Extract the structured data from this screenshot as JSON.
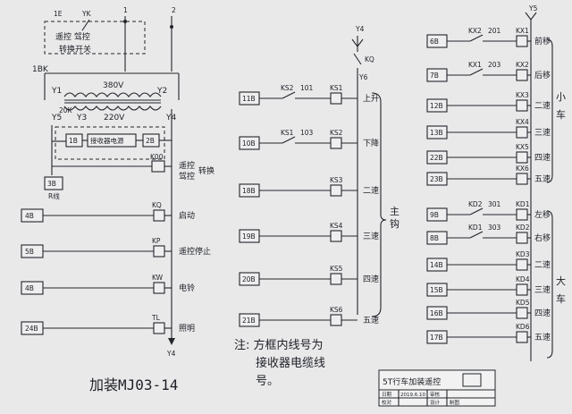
{
  "caption": "加装MJ03-14",
  "note": [
    "注: 方框内线号为",
    "接收器电缆线",
    "号。"
  ],
  "left": {
    "top_nodes": [
      "1E",
      "YK",
      "1",
      "2"
    ],
    "switch_label": [
      "遥控 驾控",
      "转换开关"
    ],
    "bus_tag": "1BK",
    "transformer": {
      "y1": "Y1",
      "y2": "Y2",
      "primary": "380V",
      "secondary": "220V",
      "tap": "20K",
      "y5": "Y5",
      "y3": "Y3",
      "y4": "Y4"
    },
    "receiver": {
      "in": "1B",
      "name": "接收器电源",
      "out": "2B"
    },
    "k00": "K00",
    "k00_label": [
      "遥控",
      "驾控"
    ],
    "k00_suffix": "转换",
    "box3b": "3B",
    "box3b_sub": "R线",
    "rows": [
      {
        "box": "4B",
        "coil": "KQ",
        "label": "启动"
      },
      {
        "box": "5B",
        "coil": "KP",
        "label": "遥控停止"
      },
      {
        "box": "4B",
        "coil": "KW",
        "label": "电铃"
      },
      {
        "box": "24B",
        "coil": "TL",
        "label": "照明"
      }
    ],
    "end_node": "Y4"
  },
  "middle": {
    "top_node": "Y4",
    "kq": "KQ",
    "y6": "Y6",
    "rows": [
      {
        "box": "11B",
        "contact": "KS2",
        "wire": "101",
        "coil": "KS1",
        "label": "上升"
      },
      {
        "box": "10B",
        "contact": "KS1",
        "wire": "103",
        "coil": "KS2",
        "label": "下降"
      },
      {
        "box": "18B",
        "contact": "",
        "wire": "",
        "coil": "KS3",
        "label": "二速"
      },
      {
        "box": "19B",
        "contact": "",
        "wire": "",
        "coil": "KS4",
        "label": "三速"
      },
      {
        "box": "20B",
        "contact": "",
        "wire": "",
        "coil": "KS5",
        "label": "四速"
      },
      {
        "box": "21B",
        "contact": "",
        "wire": "",
        "coil": "KS6",
        "label": "五速"
      }
    ],
    "group_label": [
      "主",
      "钩"
    ]
  },
  "right": {
    "top_node": "Y5",
    "top_rows": [
      {
        "box": "6B",
        "contact": "KX2",
        "wire": "201",
        "coil": "KX1",
        "label": "前移"
      },
      {
        "box": "7B",
        "contact": "KX1",
        "wire": "203",
        "coil": "KX2",
        "label": "后移"
      },
      {
        "box": "12B",
        "contact": "",
        "wire": "",
        "coil": "KX3",
        "label": "二速"
      },
      {
        "box": "13B",
        "contact": "",
        "wire": "",
        "coil": "KX4",
        "label": "三速"
      },
      {
        "box": "22B",
        "contact": "",
        "wire": "",
        "coil": "KX5",
        "label": "四速"
      },
      {
        "box": "23B",
        "contact": "",
        "wire": "",
        "coil": "KX6",
        "label": "五速"
      }
    ],
    "top_group": [
      "小",
      "车"
    ],
    "bottom_rows": [
      {
        "box": "9B",
        "contact": "KD2",
        "wire": "301",
        "coil": "KD1",
        "label": "左移"
      },
      {
        "box": "8B",
        "contact": "KD1",
        "wire": "303",
        "coil": "KD2",
        "label": "右移"
      },
      {
        "box": "14B",
        "contact": "",
        "wire": "",
        "coil": "KD3",
        "label": "二速"
      },
      {
        "box": "15B",
        "contact": "",
        "wire": "",
        "coil": "KD4",
        "label": "三速"
      },
      {
        "box": "16B",
        "contact": "",
        "wire": "",
        "coil": "KD5",
        "label": "四速"
      },
      {
        "box": "17B",
        "contact": "",
        "wire": "",
        "coil": "KD6",
        "label": "五速"
      }
    ],
    "bottom_group": [
      "大",
      "车"
    ]
  },
  "title_block": {
    "title": "5T行车加装遥控",
    "date_label": "日期",
    "date": "2019.6.10",
    "review": "审核",
    "check": "校对",
    "design": "设计",
    "drawer": "制图"
  }
}
